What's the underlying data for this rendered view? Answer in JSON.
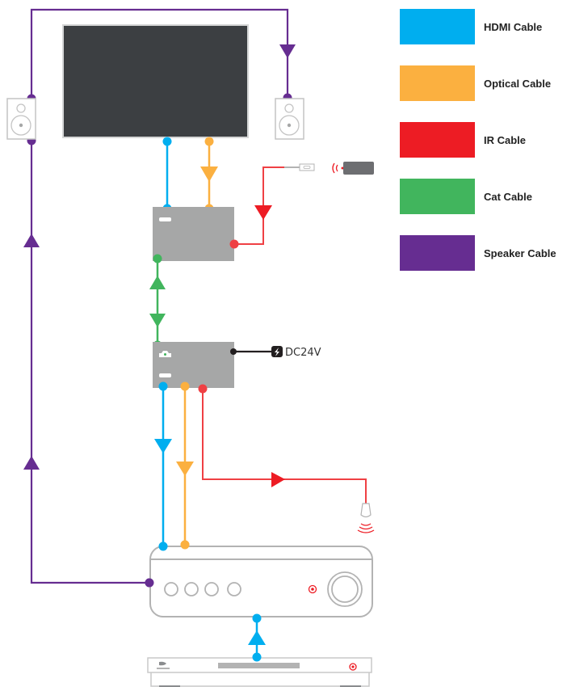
{
  "colors": {
    "hdmi": "#00aeef",
    "optical": "#fbb040",
    "ir": "#ed1c24",
    "ir_line": "#ef4044",
    "cat": "#41b55d",
    "speaker": "#662d91",
    "device_gray": "#a6a7a7",
    "tv_screen": "#3c3f42",
    "outline_gray": "#b3b3b3",
    "power": "#231f20"
  },
  "legend": [
    {
      "label": "HDMI Cable",
      "color": "#00aeef"
    },
    {
      "label": "Optical Cable",
      "color": "#fbb040"
    },
    {
      "label": "IR Cable",
      "color": "#ed1c24"
    },
    {
      "label": "Cat Cable",
      "color": "#41b55d"
    },
    {
      "label": "Speaker Cable",
      "color": "#662d91"
    }
  ],
  "power": {
    "label": "DC24V",
    "icon": "lightning-icon"
  },
  "devices": {
    "tv": "television",
    "speaker_left": "left-speaker",
    "speaker_right": "right-speaker",
    "receiver_extender": "hdbaset-receiver",
    "transmitter_extender": "hdbaset-transmitter",
    "av_receiver": "av-receiver",
    "bluray": "bluray-player",
    "ir_receiver": "ir-receiver-eye",
    "remote": "remote-control",
    "ir_emitter": "ir-emitter"
  }
}
